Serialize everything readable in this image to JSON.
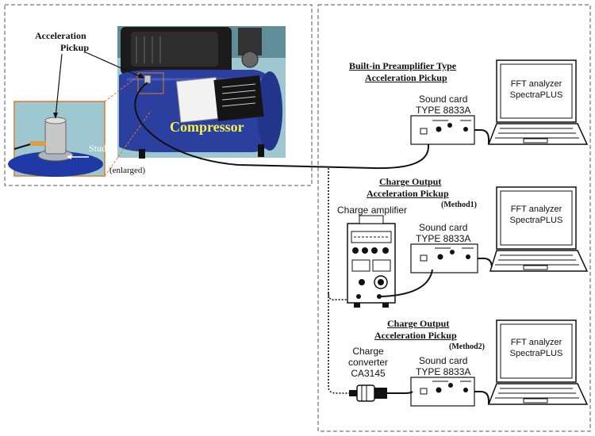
{
  "left_panel": {
    "pickup_label_line1": "Acceleration",
    "pickup_label_line2": "Pickup",
    "stud_label": "Stud",
    "compressor_label": "Compressor",
    "enlarged_label": "(enlarged)"
  },
  "method_builtin": {
    "title_line1": "Built-in Preamplifier Type",
    "title_line2": "Acceleration Pickup",
    "soundcard_line1": "Sound card",
    "soundcard_line2": "TYPE 8833A",
    "analyzer_line1": "FFT analyzer",
    "analyzer_line2": "SpectraPLUS"
  },
  "method1": {
    "title_line1": "Charge Output",
    "title_line2": "Acceleration Pickup",
    "tag": "(Method1)",
    "amplifier_label": "Charge amplifier",
    "soundcard_line1": "Sound card",
    "soundcard_line2": "TYPE 8833A",
    "analyzer_line1": "FFT analyzer",
    "analyzer_line2": "SpectraPLUS"
  },
  "method2": {
    "title_line1": "Charge Output",
    "title_line2": "Acceleration Pickup",
    "tag": "(Method2)",
    "converter_line1": "Charge",
    "converter_line2": "converter",
    "converter_line3": "CA3145",
    "soundcard_line1": "Sound card",
    "soundcard_line2": "TYPE 8833A",
    "analyzer_line1": "FFT analyzer",
    "analyzer_line2": "SpectraPLUS"
  },
  "colors": {
    "compressor_blue": "#2a3f9e",
    "compressor_label": "#f5f04a",
    "callout_orange": "#e07a2a"
  }
}
